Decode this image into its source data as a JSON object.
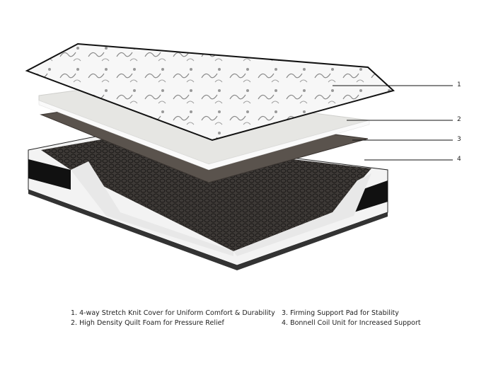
{
  "callouts": [
    "1",
    "2",
    "3",
    "4"
  ],
  "legend": {
    "left": [
      "1.  4-way Stretch Knit Cover for Uniform Comfort & Durability",
      "2. High Density Quilt Foam for Pressure Relief"
    ],
    "right": [
      "3. Firming Support Pad for Stability",
      "4. Bonnell Coil Unit for Increased Support"
    ]
  },
  "colors": {
    "cover": "#f4f4f4",
    "foam": "#e6e6e3",
    "pad": "#5a534d",
    "coil": "#3a3633",
    "border": "#111111"
  }
}
